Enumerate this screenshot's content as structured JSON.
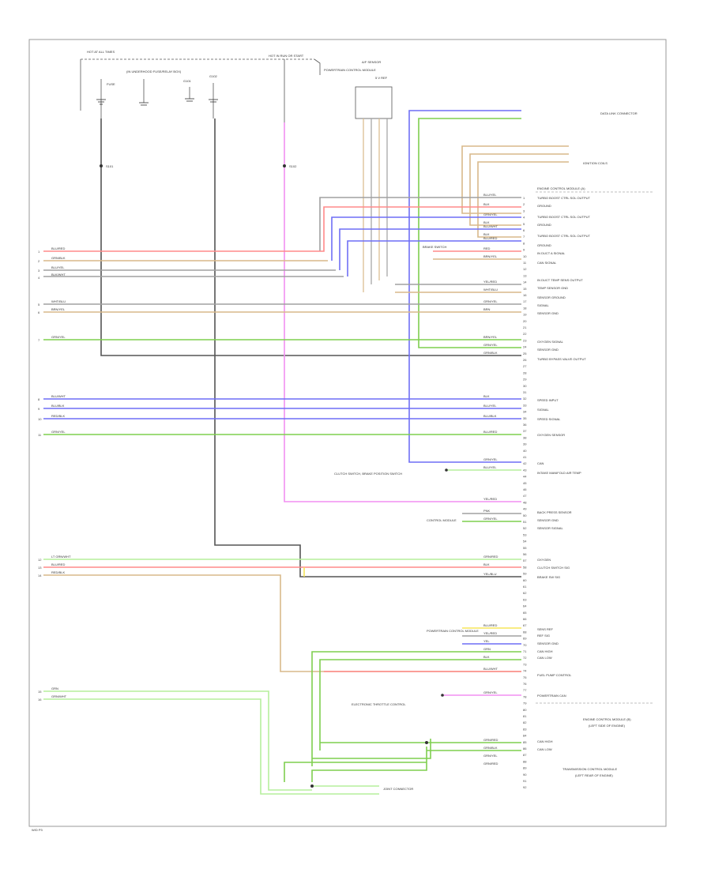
{
  "page_footer": "W/D P3",
  "colors": {
    "red": "#ff8a8a",
    "tan": "#d9b98a",
    "gray": "#a0a0a0",
    "blue": "#6f6ff5",
    "green": "#7fcf4f",
    "yellow": "#f5e55a",
    "pink": "#f28ff2",
    "lightgreen": "#b6ef9c",
    "dark": "#555555"
  },
  "top_labels": {
    "hot_at_all_times": "HOT AT ALL TIMES",
    "hot_in_run": "HOT IN RUN OR START",
    "c1": "FUSE",
    "c2": "(IN UNDERHOOD FUSE/RELAY BOX)",
    "c3": "G101",
    "c4": "G102",
    "c5": "POWERTRAIN CONTROL MODULE",
    "c6": "A/F SENSOR",
    "c7": "5 V REF"
  },
  "splice_labels": [
    "S101",
    "S102"
  ],
  "right_top_labels": [
    "DATA LINK CONNECTOR",
    "IGNITION COILS"
  ],
  "connector_header": "ENGINE CONTROL MODULE (A)",
  "left_wires": [
    {
      "pin": "1",
      "label": "BLU/RED"
    },
    {
      "pin": "2",
      "label": "GRN/BLK"
    },
    {
      "pin": "3",
      "label": "BLU/YEL"
    },
    {
      "pin": "4",
      "label": "BLK/WHT"
    },
    {
      "pin": "5",
      "label": "WHT/BLU"
    },
    {
      "pin": "6",
      "label": "BRN/YEL"
    },
    {
      "pin": "7",
      "label": "GRN/YEL"
    },
    {
      "pin": "8",
      "label": "BLU/WHT"
    },
    {
      "pin": "9",
      "label": "BLU/BLK"
    },
    {
      "pin": "10",
      "label": "RED/BLK"
    },
    {
      "pin": "11",
      "label": "GRN/YEL"
    },
    {
      "pin": "12",
      "label": "LT GRN/WHT"
    },
    {
      "pin": "13",
      "label": "BLU/RED"
    },
    {
      "pin": "14",
      "label": "RED/BLK"
    },
    {
      "pin": "15",
      "label": "GRN"
    },
    {
      "pin": "16",
      "label": "GRN/WHT"
    }
  ],
  "right_pins": [
    "1",
    "2",
    "3",
    "4",
    "5",
    "6",
    "7",
    "8",
    "9",
    "10",
    "11",
    "12",
    "13",
    "14",
    "15",
    "16",
    "17",
    "18",
    "19",
    "20",
    "21",
    "22",
    "23",
    "24",
    "25",
    "26",
    "27",
    "28",
    "29",
    "30",
    "31",
    "32",
    "33",
    "34",
    "35",
    "36",
    "37",
    "38",
    "39",
    "40",
    "41",
    "42",
    "43",
    "44",
    "45",
    "46",
    "47",
    "48",
    "49",
    "50",
    "51",
    "52",
    "53",
    "54",
    "55",
    "56",
    "57",
    "58",
    "59",
    "60",
    "61",
    "62",
    "63",
    "64",
    "65",
    "66",
    "67",
    "68",
    "69",
    "70",
    "71",
    "72",
    "73",
    "74",
    "75",
    "76",
    "77",
    "78",
    "79",
    "80",
    "81",
    "82",
    "83",
    "84",
    "85",
    "86",
    "87",
    "88",
    "89",
    "90",
    "91",
    "92"
  ],
  "right_descriptions": [
    "TURBO BOOST CTRL SOL OUTPUT",
    "GROUND",
    "TURBO BOOST CTRL SOL OUTPUT",
    "GROUND",
    "TURBO BOOST CTRL SOL OUTPUT",
    "GROUND",
    "IN DUCT A SIGNAL",
    "CAN SIGNAL",
    "IN DUCT TEMP SENS OUTPUT",
    "TEMP SENSOR GND",
    "SENSOR GROUND",
    "SIGNAL",
    "SENSOR GND",
    "OXYGEN SIGNAL",
    "SENSOR GND",
    "TURBO BYPASS VALVE OUTPUT",
    "SPEED INPUT",
    "SIGNAL",
    "SPEED SIGNAL",
    "OXYGEN SENSOR",
    "CAN",
    "INTAKE MANIFOLD AIR TEMP",
    "BACK PRESS SENSOR",
    "SENSOR GND",
    "SENSOR SIGNAL",
    "OXYGEN",
    "CLUTCH SWITCH SIG",
    "BRAKE SW SIG",
    "SENS REF",
    "REF SIG",
    "SENSOR GND",
    "CAN HIGH",
    "CAN LOW",
    "FUEL PUMP CONTROL",
    "POWERTRAIN CAN",
    "CAN HIGH",
    "CAN LOW"
  ],
  "right_wire_labels": [
    "BLU/YEL",
    "BLK",
    "GRN/YEL",
    "BLK",
    "BLU/WHT",
    "BLK",
    "BLU/RED",
    "RED",
    "BRN/YEL",
    "YEL/RED",
    "WHT/BLU",
    "GRN/YEL",
    "BRN",
    "BRN/YEL",
    "GRN/YEL",
    "GRN/BLK",
    "BLK",
    "BLU/YEL",
    "BLU/BLK",
    "BLU/RED",
    "GRN/YEL",
    "BLU/YEL",
    "YEL/RED",
    "PNK",
    "GRN/YEL",
    "GRN/RED",
    "BLK",
    "YEL/BLU",
    "BLU/RED",
    "YEL/RED",
    "YEL",
    "GRN",
    "BLK",
    "BLU/WHT",
    "GRN/YEL",
    "GRN/RED",
    "GRN/BLK",
    "GRN/YEL",
    "GRN/RED"
  ],
  "misc_labels": {
    "left_note_1": "CLUTCH SWITCH, BRAKE POSITION SWITCH",
    "left_note_2": "ELECTRONIC THROTTLE CONTROL",
    "left_note_3": "BRAKE SWITCH",
    "left_note_4": "CONTROL MODULE",
    "left_note_5": "POWERTRAIN CONTROL MODULE",
    "left_note_6": "JOINT CONNECTOR",
    "right_bottom_1": "ENGINE CONTROL MODULE (B)",
    "right_bottom_2": "(LEFT SIDE OF ENGINE)",
    "right_bottom_3": "TRANSMISSION CONTROL MODULE",
    "right_bottom_4": "(LEFT REAR OF ENGINE)"
  }
}
